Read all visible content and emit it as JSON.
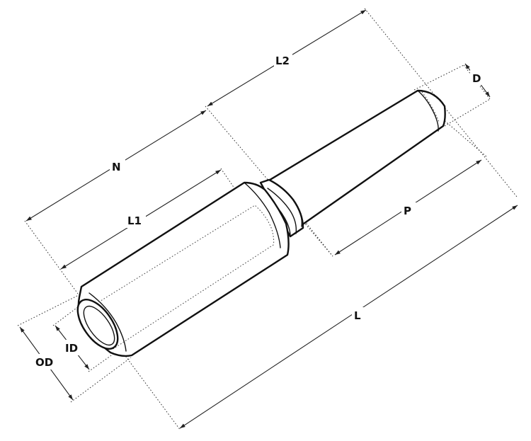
{
  "labels": {
    "L2": "L2",
    "D": "D",
    "N": "N",
    "L1": "L1",
    "P": "P",
    "L": "L",
    "ID": "ID",
    "OD": "OD"
  },
  "colors": {
    "line": "#111111",
    "background": "#ffffff"
  }
}
